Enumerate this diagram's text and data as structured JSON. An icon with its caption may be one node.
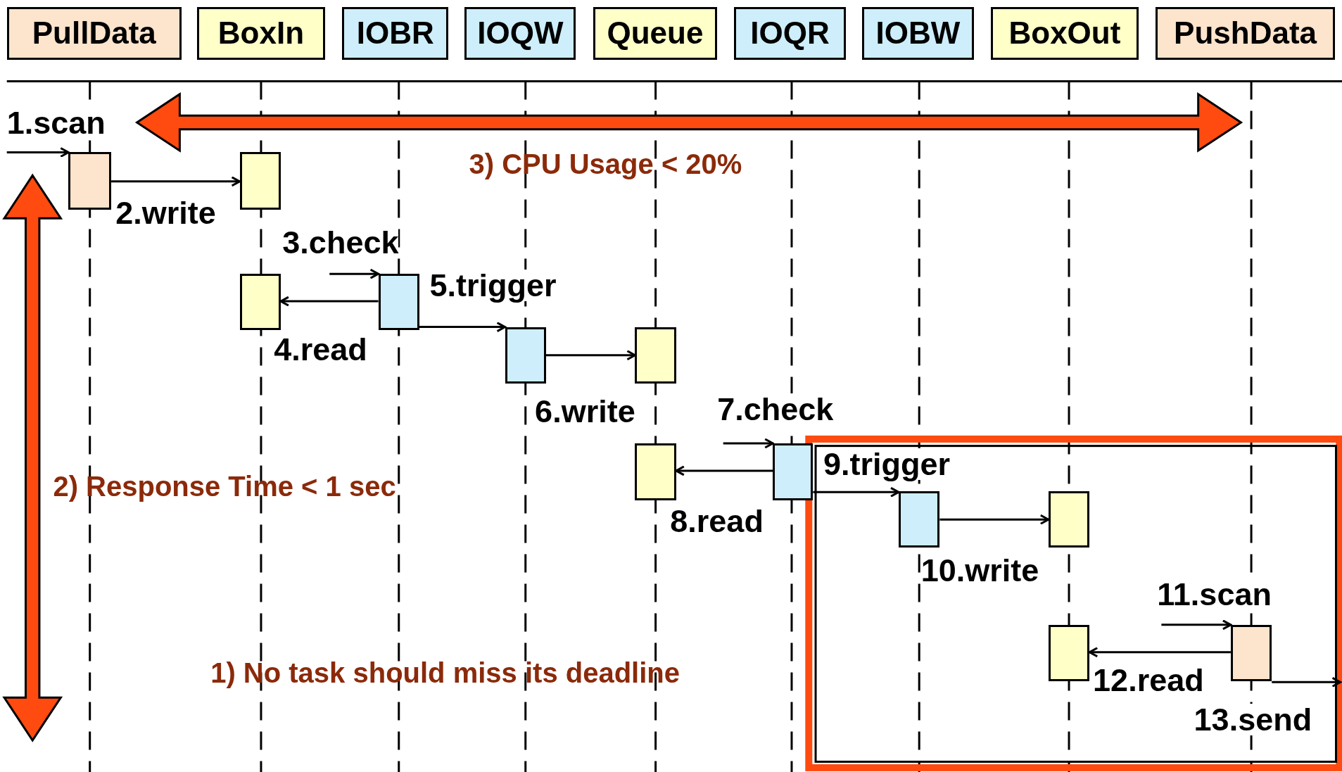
{
  "diagram": {
    "nodes": [
      {
        "text": [
          "PullData"
        ]
      },
      {
        "text": [
          "BoxIn"
        ]
      },
      {
        "text": [
          "IOBR"
        ]
      },
      {
        "text": [
          "IOQW"
        ]
      },
      {
        "text": [
          "Queue"
        ]
      },
      {
        "text": [
          "IOQR"
        ]
      },
      {
        "text": [
          "IOBW"
        ]
      },
      {
        "text": [
          "BoxOut"
        ]
      },
      {
        "text": [
          "PushData"
        ]
      },
      {
        "text": [],
        "shape": "box"
      },
      {
        "text": [],
        "shape": "box"
      },
      {
        "text": [],
        "shape": "box"
      },
      {
        "text": [],
        "shape": "box"
      },
      {
        "text": [],
        "shape": "box"
      },
      {
        "text": [],
        "shape": "box"
      },
      {
        "text": [],
        "shape": "box"
      },
      {
        "text": [],
        "shape": "box"
      },
      {
        "text": [],
        "shape": "box"
      },
      {
        "text": [],
        "shape": "box"
      },
      {
        "text": [],
        "shape": "box"
      },
      {
        "text": [],
        "shape": "box"
      }
    ],
    "edges": [
      {
        "from": null,
        "to": 9,
        "arrow": "to",
        "label": "1.scan"
      },
      {
        "from": 9,
        "to": 10,
        "arrow": "to",
        "label": "2.write"
      },
      {
        "from": null,
        "to": 12,
        "arrow": "to",
        "label": "3.check"
      },
      {
        "from": 12,
        "to": 11,
        "arrow": "to",
        "label": "4.read"
      },
      {
        "from": 12,
        "to": 13,
        "arrow": "to",
        "label": "5.trigger"
      },
      {
        "from": 13,
        "to": 14,
        "arrow": "to",
        "label": "6.write"
      },
      {
        "from": null,
        "to": 16,
        "arrow": "to",
        "label": "7.check"
      },
      {
        "from": 16,
        "to": 15,
        "arrow": "to",
        "label": "8.read"
      },
      {
        "from": 16,
        "to": 17,
        "arrow": "to",
        "label": "9.trigger"
      },
      {
        "from": 17,
        "to": 18,
        "arrow": "to",
        "label": "10.write"
      },
      {
        "from": null,
        "to": 20,
        "arrow": "to",
        "label": "11.scan"
      },
      {
        "from": 20,
        "to": 19,
        "arrow": "to",
        "label": "12.read"
      },
      {
        "from": 20,
        "to": null,
        "arrow": "to",
        "label": "13.send"
      }
    ],
    "labels": [
      "3) CPU Usage < 20%",
      "2) Response Time < 1 sec",
      "1) No task should miss its deadline"
    ]
  }
}
